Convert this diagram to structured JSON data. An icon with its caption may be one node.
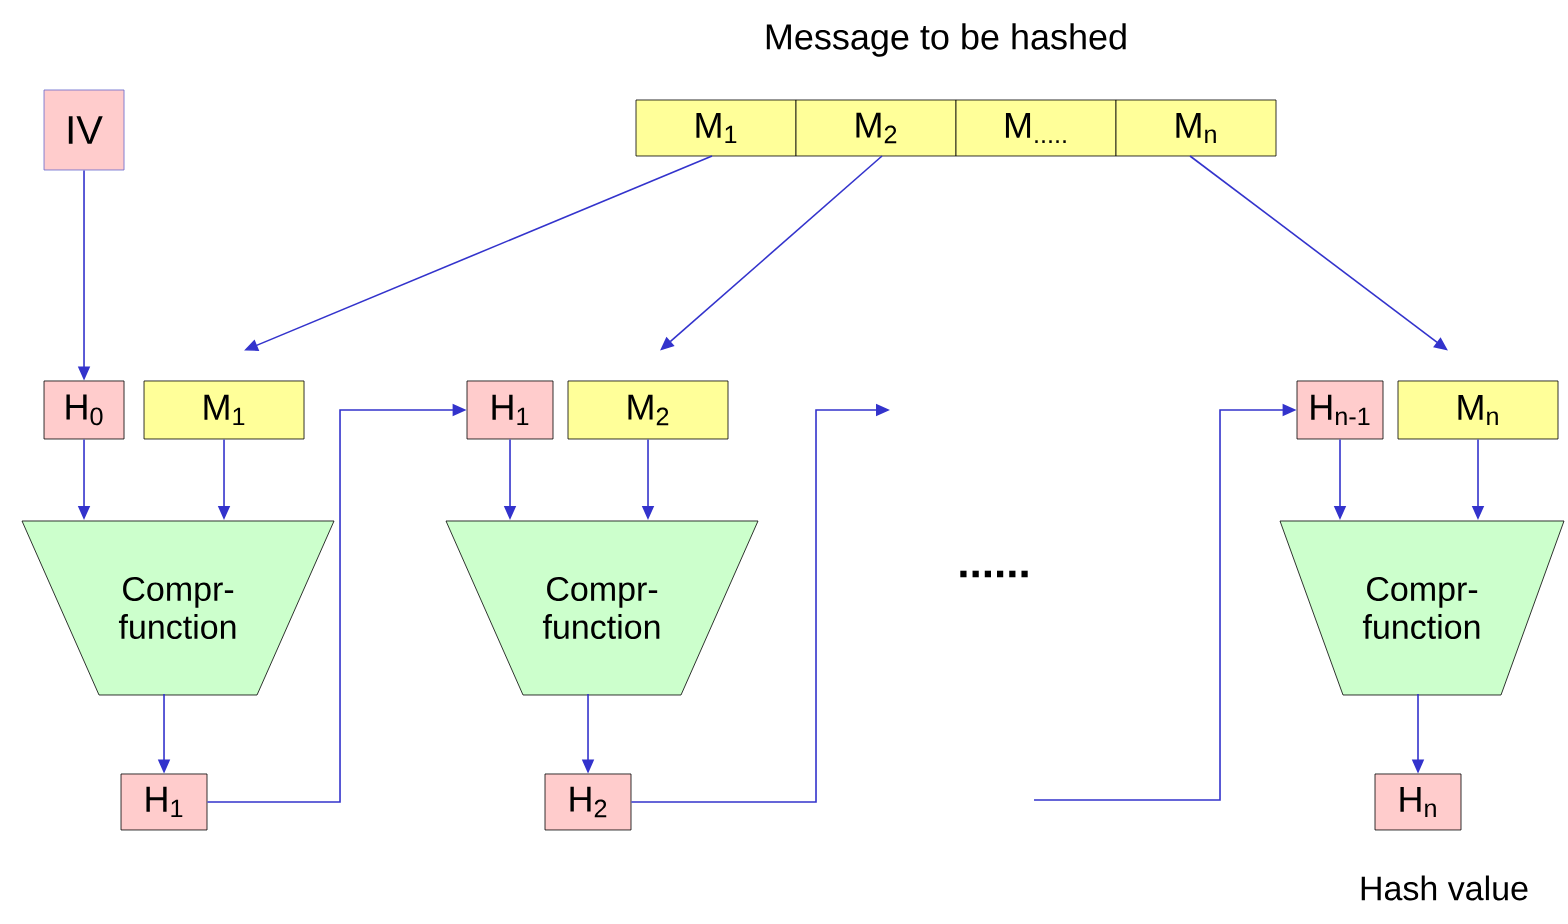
{
  "diagram": {
    "title": "Message to be hashed",
    "nodes": [
      {
        "text": [
          "IV"
        ]
      },
      {
        "text": [
          "M$_{1}$"
        ]
      },
      {
        "text": [
          "M$_{2}$"
        ]
      },
      {
        "text": [
          "M$_{.....}$"
        ]
      },
      {
        "text": [
          "M$_{n}$"
        ]
      },
      {
        "text": [
          "H$_{0}$"
        ]
      },
      {
        "text": [
          "M$_{1}$"
        ]
      },
      {
        "text": [
          "H$_{1}$"
        ]
      },
      {
        "text": [
          "M$_{2}$"
        ]
      },
      {
        "text": [
          "H$_{n-1}$"
        ]
      },
      {
        "text": [
          "M$_{n}$"
        ]
      },
      {
        "text": [
          "Compr- function"
        ]
      },
      {
        "text": [
          "Compr- function"
        ]
      },
      {
        "text": [
          "Compr- function"
        ]
      },
      {
        "text": [
          "H$_{1}$"
        ]
      },
      {
        "text": [
          "H$_{2}$"
        ]
      },
      {
        "text": [
          "H$_{n}$"
        ],
        "beside": [
          "Hash value"
        ]
      }
    ],
    "edges": [
      {
        "from": 0,
        "to": 5,
        "arrow": "to"
      },
      {
        "from": 1,
        "to": 6,
        "arrow": "to"
      },
      {
        "from": 2,
        "to": 8,
        "arrow": "to"
      },
      {
        "from": 4,
        "to": 10,
        "arrow": "to"
      },
      {
        "from": 5,
        "to": 11,
        "arrow": "to"
      },
      {
        "from": 6,
        "to": 11,
        "arrow": "to"
      },
      {
        "from": 7,
        "to": 12,
        "arrow": "to"
      },
      {
        "from": 8,
        "to": 12,
        "arrow": "to"
      },
      {
        "from": 9,
        "to": 13,
        "arrow": "to"
      },
      {
        "from": 10,
        "to": 13,
        "arrow": "to"
      },
      {
        "from": 11,
        "to": 14,
        "arrow": "to"
      },
      {
        "from": 12,
        "to": 15,
        "arrow": "to"
      },
      {
        "from": 13,
        "to": 16,
        "arrow": "to"
      },
      {
        "from": 14,
        "to": 7,
        "arrow": "to"
      },
      {
        "from": 15,
        "to": null,
        "arrow": "to"
      },
      {
        "from": null,
        "to": 9,
        "arrow": "to"
      }
    ],
    "labels": [
      "......"
    ]
  }
}
